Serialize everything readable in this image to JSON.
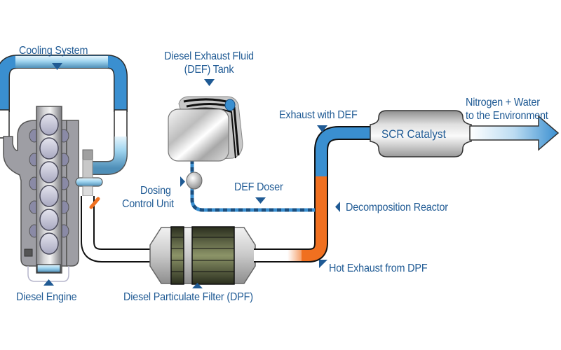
{
  "diagram": {
    "title": "Selective Catalytic Reduction (SCR) System",
    "labels": {
      "cooling_system": "Cooling System",
      "def_tank_line1": "Diesel Exhaust Fluid",
      "def_tank_line2": "(DEF) Tank",
      "exhaust_with_def": "Exhaust with DEF",
      "scr_catalyst": "SCR Catalyst",
      "output_line1": "Nitrogen + Water",
      "output_line2": "to the Environment",
      "dosing_line1": "Dosing",
      "dosing_line2": "Control Unit",
      "def_doser": "DEF Doser",
      "decomposition_reactor": "Decomposition Reactor",
      "hot_exhaust": "Hot Exhaust from DPF",
      "diesel_engine": "Diesel Engine",
      "dpf": "Diesel Particulate Filter (DPF)"
    },
    "colors": {
      "label_text": "#1f5a94",
      "pointer": "#1f5a94",
      "coolant_blue": "#3a8fd0",
      "coolant_light": "#a9d8f0",
      "hot_exhaust": "#f07020",
      "def_line": "#3a8fd0",
      "def_dash": "#1a4f80",
      "metal": "#b8b8b8"
    }
  }
}
